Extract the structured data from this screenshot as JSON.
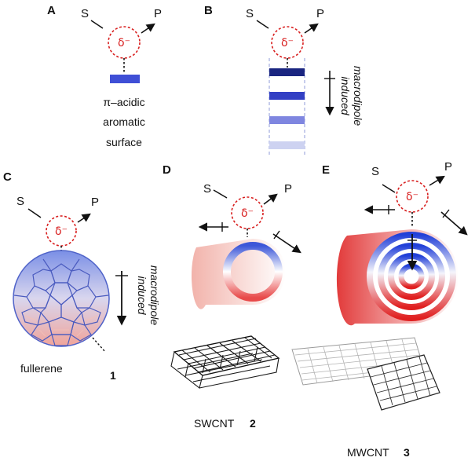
{
  "panels": {
    "a": {
      "letter": "A",
      "substrate": "S",
      "product": "P",
      "charge": "δ⁻",
      "surface_line1": "π–acidic",
      "surface_line2": "aromatic",
      "surface_line3": "surface"
    },
    "b": {
      "letter": "B",
      "substrate": "S",
      "product": "P",
      "charge": "δ⁻",
      "dipole_line1": "induced",
      "dipole_line2": "macrodipole"
    },
    "c": {
      "letter": "C",
      "substrate": "S",
      "product": "P",
      "charge": "δ⁻",
      "dipole_line1": "induced",
      "dipole_line2": "macrodipole",
      "name": "fullerene",
      "number": "1"
    },
    "d": {
      "letter": "D",
      "substrate": "S",
      "product": "P",
      "charge": "δ⁻",
      "name": "SWCNT",
      "number": "2"
    },
    "e": {
      "letter": "E",
      "substrate": "S",
      "product": "P",
      "charge": "δ⁻",
      "name": "MWCNT",
      "number": "3"
    }
  },
  "colors": {
    "charge_red": "#d81e1e",
    "surface_blue": "#3f4fd6",
    "stack_colors": [
      "#1a2580",
      "#3340c4",
      "#7f86e0",
      "#cdd2f1"
    ]
  }
}
